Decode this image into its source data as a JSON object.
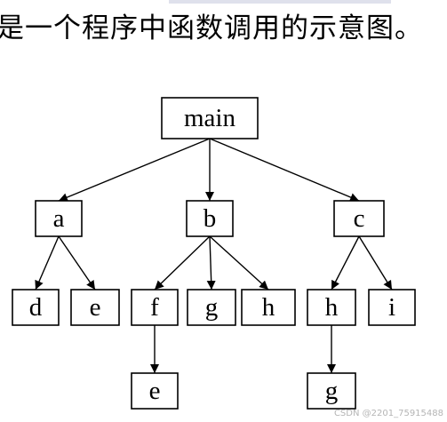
{
  "heading": "是一个程序中函数调用的示意图。",
  "watermark": "CSDN @2201_75915488",
  "colors": {
    "stroke": "#000000",
    "background": "#ffffff"
  },
  "nodes": [
    {
      "id": "main",
      "label": "main"
    },
    {
      "id": "a",
      "label": "a"
    },
    {
      "id": "b",
      "label": "b"
    },
    {
      "id": "c",
      "label": "c"
    },
    {
      "id": "d",
      "label": "d"
    },
    {
      "id": "e1",
      "label": "e"
    },
    {
      "id": "f",
      "label": "f"
    },
    {
      "id": "g1",
      "label": "g"
    },
    {
      "id": "h1",
      "label": "h"
    },
    {
      "id": "h2",
      "label": "h"
    },
    {
      "id": "i",
      "label": "i"
    },
    {
      "id": "e2",
      "label": "e"
    },
    {
      "id": "g2",
      "label": "g"
    }
  ],
  "edges": [
    {
      "from": "main",
      "to": "a"
    },
    {
      "from": "main",
      "to": "b"
    },
    {
      "from": "main",
      "to": "c"
    },
    {
      "from": "a",
      "to": "d"
    },
    {
      "from": "a",
      "to": "e1"
    },
    {
      "from": "b",
      "to": "f"
    },
    {
      "from": "b",
      "to": "g1"
    },
    {
      "from": "b",
      "to": "h1"
    },
    {
      "from": "c",
      "to": "h2"
    },
    {
      "from": "c",
      "to": "i"
    },
    {
      "from": "f",
      "to": "e2"
    },
    {
      "from": "h2",
      "to": "g2"
    }
  ]
}
